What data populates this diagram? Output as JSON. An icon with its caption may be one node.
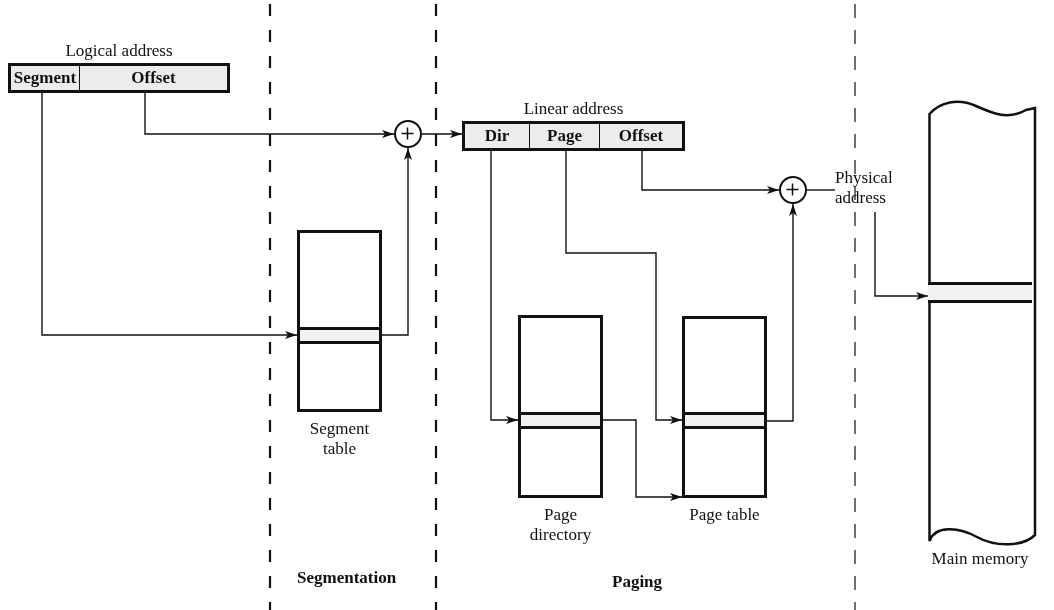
{
  "diagram": {
    "nodes": [
      {
        "text": [
          "Logical address"
        ]
      },
      {
        "text": [
          "Segment"
        ],
        "in": 0
      },
      {
        "text": [
          "Offset"
        ],
        "in": 0
      },
      {
        "text": [],
        "shape": "circle"
      },
      {
        "text": [
          "Segment table"
        ]
      },
      {
        "text": [],
        "shape": "bar",
        "in": 4
      },
      {
        "text": [
          "Linear address"
        ]
      },
      {
        "text": [
          "Dir"
        ],
        "in": 6
      },
      {
        "text": [
          "Page"
        ],
        "in": 6
      },
      {
        "text": [
          "Offset"
        ],
        "in": 6
      },
      {
        "text": [],
        "shape": "circle"
      },
      {
        "text": [
          "Page directory"
        ]
      },
      {
        "text": [],
        "shape": "bar",
        "in": 11
      },
      {
        "text": [
          "Page table"
        ]
      },
      {
        "text": [],
        "shape": "bar",
        "in": 13
      },
      {
        "text": [
          "Physical address"
        ]
      },
      {
        "text": [
          "Main memory"
        ]
      },
      {
        "text": [],
        "shape": "bar",
        "in": 16
      }
    ],
    "edges": [
      {
        "from": 1,
        "to": 5,
        "arrow": "to"
      },
      {
        "from": 2,
        "to": 3,
        "arrow": "to"
      },
      {
        "from": 5,
        "to": 3,
        "arrow": "to"
      },
      {
        "from": 3,
        "to": 6,
        "arrow": "to"
      },
      {
        "from": 7,
        "to": 12,
        "arrow": "to"
      },
      {
        "from": 12,
        "to": 13,
        "arrow": "to"
      },
      {
        "from": 8,
        "to": 14,
        "arrow": "to"
      },
      {
        "from": 9,
        "to": 10,
        "arrow": "to"
      },
      {
        "from": 14,
        "to": 10,
        "arrow": "to"
      },
      {
        "from": 10,
        "to": 15,
        "arrow": "none"
      },
      {
        "from": 15,
        "to": 17,
        "arrow": "to"
      }
    ],
    "labels": [
      "Segmentation",
      "Paging"
    ]
  }
}
